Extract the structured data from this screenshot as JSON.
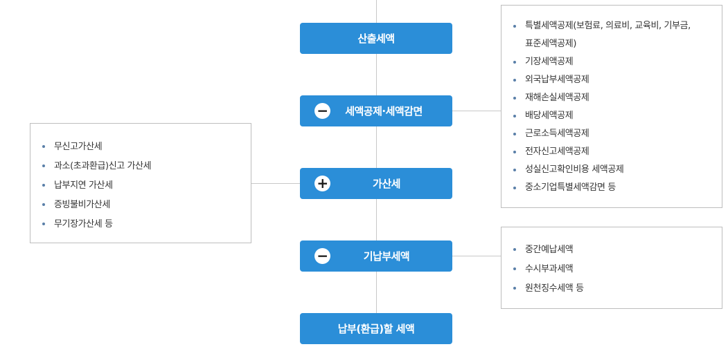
{
  "colors": {
    "step_bg": "#2b8ed8",
    "step_text": "#ffffff",
    "connector": "#c8c8c8",
    "box_border": "#bdbdbd",
    "bullet": "#5a7fa8"
  },
  "steps": [
    {
      "label": "산출세액",
      "sign": ""
    },
    {
      "label": "세액공제·세액감면",
      "sign": "−"
    },
    {
      "label": "가산세",
      "sign": "+"
    },
    {
      "label": "기납부세액",
      "sign": "−"
    },
    {
      "label": "납부(환급)할 세액",
      "sign": ""
    }
  ],
  "deduction_box": {
    "items": [
      "특별세액공제(보험료, 의료비, 교육비, 기부금,",
      "표준세액공제)",
      "기장세액공제",
      "외국납부세액공제",
      "재해손실세액공제",
      "배당세액공제",
      "근로소득세액공제",
      "전자신고세액공제",
      "성실신고확인비용 세액공제",
      "중소기업특별세액감면 등"
    ]
  },
  "penalty_box": {
    "items": [
      "무신고가산세",
      "과소(초과환급)신고 가산세",
      "납부지연 가산세",
      "증빙불비가산세",
      "무기장가산세 등"
    ]
  },
  "prepaid_box": {
    "items": [
      "중간예납세액",
      "수시부과세액",
      "원천징수세액 등"
    ]
  }
}
